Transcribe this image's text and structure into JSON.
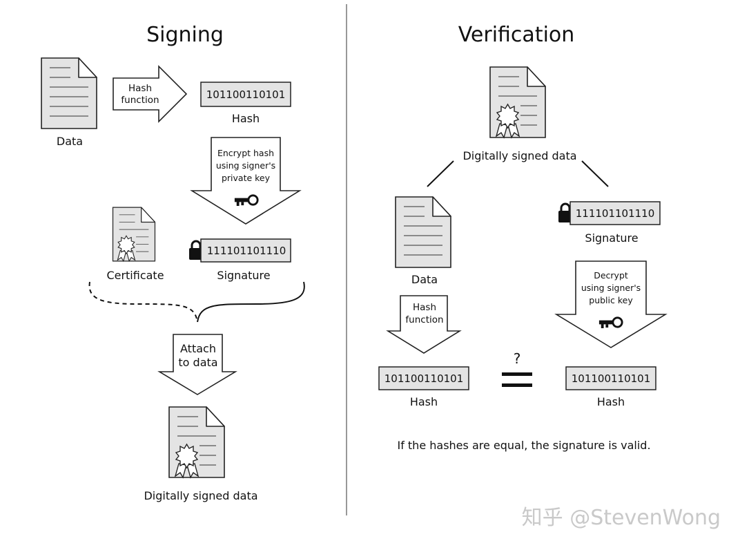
{
  "signing": {
    "title": "Signing",
    "data_label": "Data",
    "hash_function_line1": "Hash",
    "hash_function_line2": "function",
    "hash_value": "101100110101",
    "hash_label": "Hash",
    "encrypt_line1": "Encrypt hash",
    "encrypt_line2": "using signer's",
    "encrypt_line3": "private key",
    "certificate_label": "Certificate",
    "signature_value": "111101101110",
    "signature_label": "Signature",
    "attach_line1": "Attach",
    "attach_line2": "to data",
    "signed_data_label": "Digitally signed data"
  },
  "verification": {
    "title": "Verification",
    "signed_data_label": "Digitally signed data",
    "data_label": "Data",
    "signature_value": "111101101110",
    "signature_label": "Signature",
    "hash_function_line1": "Hash",
    "hash_function_line2": "function",
    "decrypt_line1": "Decrypt",
    "decrypt_line2": "using signer's",
    "decrypt_line3": "public key",
    "hash_left_value": "101100110101",
    "hash_left_label": "Hash",
    "question_mark": "?",
    "hash_right_value": "101100110101",
    "hash_right_label": "Hash",
    "conclusion": "If the hashes are equal, the signature is valid."
  },
  "watermark": "知乎 @StevenWong"
}
